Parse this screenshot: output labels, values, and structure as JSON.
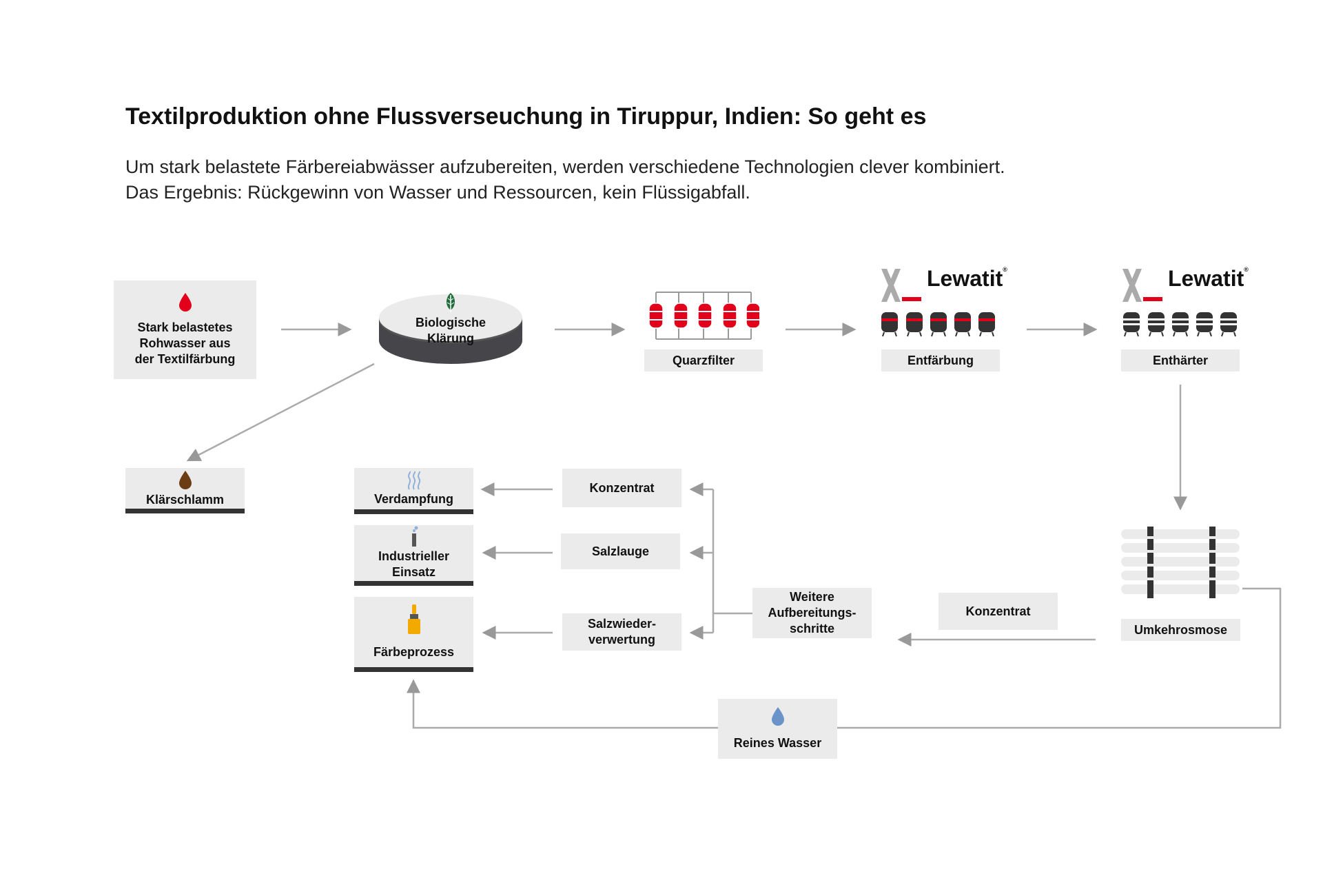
{
  "header": {
    "title": "Textilproduktion ohne Flussverseuchung in Tiruppur, Indien: So geht es",
    "subtitle_line1": "Um stark belastete Färbereiabwässer aufzubereiten, werden verschiedene Technologien clever kombiniert.",
    "subtitle_line2": "Das Ergebnis: Rückgewinn von Wasser und Ressourcen, kein Flüssigabfall."
  },
  "nodes": {
    "rohwasser": "Stark belastetes\nRohwasser aus\nder Textilfärbung",
    "biologisch": "Biologische\nKlärung",
    "quarzfilter": "Quarzfilter",
    "entfaerbung": "Entfärbung",
    "enthaerter": "Enthärter",
    "klaerschlamm": "Klärschlamm",
    "verdampfung": "Verdampfung",
    "industrie": "Industrieller\nEinsatz",
    "faerbeprozess": "Färbeprozess",
    "konzentrat_left": "Konzentrat",
    "salzlauge": "Salzlauge",
    "salzwieder": "Salzwieder-\nverwertung",
    "weitere": "Weitere\nAufbereitungs-\nschritte",
    "konzentrat_right": "Konzentrat",
    "umkehrosmose": "Umkehrosmose",
    "reines_wasser": "Reines Wasser"
  },
  "logos": {
    "brand": "Lewatit",
    "reg": "®"
  },
  "colors": {
    "accent_red": "#e2001a",
    "dark": "#333333",
    "box_bg": "#ebebeb",
    "arrow": "#999999",
    "sludge_brown": "#6b3d12",
    "water_blue": "#6a94c9",
    "leaf_green": "#1f6b3a",
    "brush_yellow": "#f2a900"
  }
}
